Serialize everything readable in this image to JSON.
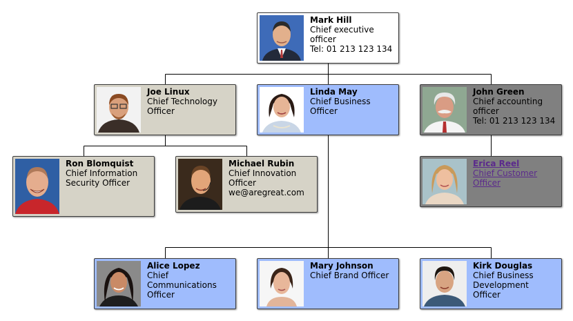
{
  "colors": {
    "beige": "#d6d3c7",
    "blue": "#9fbcfd",
    "gray": "#808080",
    "white": "#ffffff",
    "link": "#5b2a8c"
  },
  "people": {
    "mark_hill": {
      "name": "Mark Hill",
      "line1": "Chief executive officer",
      "line2": "Tel: 01 213 123 134"
    },
    "joe_linux": {
      "name": "Joe Linux",
      "line1": "Chief Technology",
      "line2": "Officer"
    },
    "linda_may": {
      "name": "Linda May",
      "line1": "Chief Business Officer"
    },
    "john_green": {
      "name": "John Green",
      "line1": "Chief accounting",
      "line2": "officer",
      "line3": "Tel: 01 213 123 134"
    },
    "ron_blomquist": {
      "name": "Ron Blomquist",
      "line1": "Chief Information",
      "line2": "Security Officer"
    },
    "michael_rubin": {
      "name": "Michael Rubin",
      "line1": "Chief Innovation",
      "line2": "Officer",
      "line3": "we@aregreat.com"
    },
    "erica_reel": {
      "name": "Erica Reel",
      "line1": "Chief Customer Officer"
    },
    "alice_lopez": {
      "name": "Alice Lopez",
      "line1": "Chief Communications",
      "line2": "Officer"
    },
    "mary_johnson": {
      "name": "Mary Johnson",
      "line1": "Chief Brand Officer"
    },
    "kirk_douglas": {
      "name": "Kirk Douglas",
      "line1": "Chief Business",
      "line2": "Development Officer"
    }
  }
}
